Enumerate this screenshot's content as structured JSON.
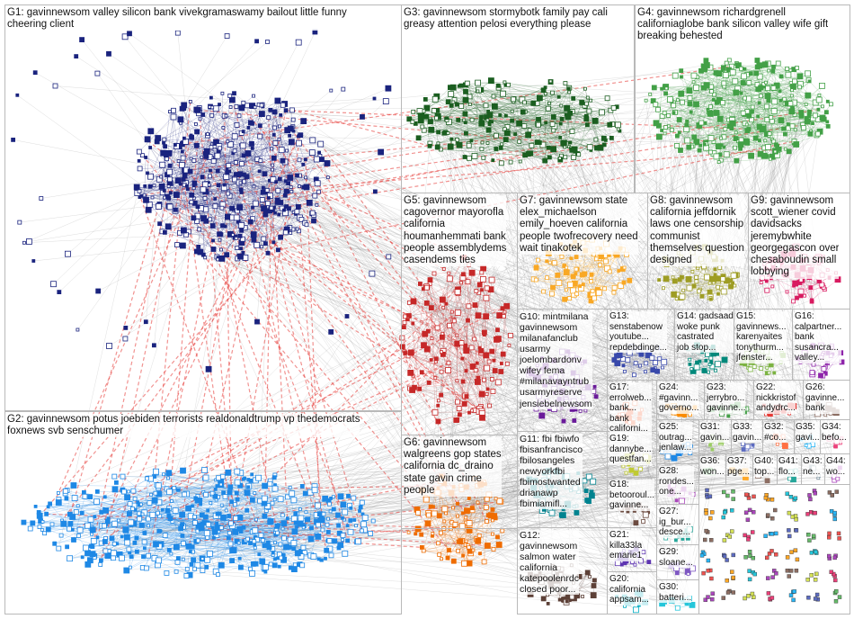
{
  "groups": [
    {
      "id": "G1",
      "text": "G1: gavinnewsom valley silicon bank vivekgramaswamy bailout little funny\ncheering client",
      "color": "#1a237e"
    },
    {
      "id": "G2",
      "text": "G2: gavinnewsom potus joebiden terrorists realdonaldtrump vp thedemocrats\nfoxnews svb senschumer",
      "color": "#1e88e5"
    },
    {
      "id": "G3",
      "text": "G3: gavinnewsom stormybotk family pay cali\ngreasy attention pelosi everything please",
      "color": "#1b5e20"
    },
    {
      "id": "G4",
      "text": "G4: gavinnewsom richardgrenell\ncaliforniaglobe bank silicon valley wife gift\nbreaking behested",
      "color": "#43a047"
    },
    {
      "id": "G5",
      "text": "G5: gavinnewsom\ncagovernor mayorofla\ncalifornia\nhoumanhemmati bank\npeople assemblydems\ncasendems ties",
      "color": "#c62828"
    },
    {
      "id": "G6",
      "text": "G6: gavinnewsom\nwalgreens gop states\ncalifornia dc_draino\nstate gavin crime\npeople",
      "color": "#ef6c00"
    },
    {
      "id": "G7",
      "text": "G7: gavinnewsom state\nelex_michaelson\nemily_hoeven california\npeople twofrecovery need\nwait tinakotek",
      "color": "#f9a825"
    },
    {
      "id": "G8",
      "text": "G8: gavinnewsom\ncalifornia jeffdornik\nlaws one censorship\ncommunist\nthemselves question\ndesigned",
      "color": "#9e9d24"
    },
    {
      "id": "G9",
      "text": "G9: gavinnewsom\nscott_wiener covid\ndavidsacks\njeremybwhite\ngeorgegascon over\nchesaboudin small\nlobbying",
      "color": "#d81b60"
    },
    {
      "id": "G10",
      "text": "G10: mintmilana\ngavinnewsom\nmilanafanclub\nusarmy\njoelombardonv\nwifey fema\n#milanavayntrub\nusarmyreserve\njensiebelnewsom",
      "color": "#6a1b9a"
    },
    {
      "id": "G11",
      "text": "G11: fbi fbiwfo\nfbisanfrancisco\nfbilosangeles\nnewyorkfbi\nfbimostwanted\ndrianawp\nfbimiamifl...",
      "color": "#00838f"
    },
    {
      "id": "G12",
      "text": "G12:\ngavinnewsom\nsalmon water\ncalifornia\nkatepoolenrdc\nclosed poor...",
      "color": "#5d4037"
    },
    {
      "id": "G13",
      "text": "G13:\nsenstabenow\nyoutube...\nrepdebdinge...",
      "color": "#3949ab"
    },
    {
      "id": "G14",
      "text": "G14: gadsaad\nwoke punk\ncastrated\njob stop...",
      "color": "#00897b"
    },
    {
      "id": "G15",
      "text": "G15:\ngavinnews...\nkarenyaites\ntonythurm...\njfenster...",
      "color": "#7cb342"
    },
    {
      "id": "G16",
      "text": "G16:\ncalpartner...\nbank\nsusancra...\nvalley...",
      "color": "#8e24aa"
    },
    {
      "id": "G17",
      "text": "G17:\nerrolweb...\nbank...\nbank\ncaliforni...",
      "color": "#f4511e"
    },
    {
      "id": "G18",
      "text": "G18:\nbetooroul...\ngavinne...",
      "color": "#6d4c41"
    },
    {
      "id": "G19",
      "text": "G19:\ndannybe...\nquestfan...",
      "color": "#c0ca33"
    },
    {
      "id": "G20",
      "text": "G20:\ncalifornia\nappsam...",
      "color": "#00acc1"
    },
    {
      "id": "G21",
      "text": "G21:\nkilla33la\nemarie1",
      "color": "#5e35b1"
    },
    {
      "id": "G22",
      "text": "G22:\nnickkristof\nandydrc...",
      "color": "#e53935"
    },
    {
      "id": "G23",
      "text": "G23:\njerrybro...\ngavinne...",
      "color": "#43a047"
    },
    {
      "id": "G24",
      "text": "G24:\n#gavinn...\ngoverno...",
      "color": "#fb8c00"
    },
    {
      "id": "G25",
      "text": "G25:\noutrag...\njenlaw...",
      "color": "#1e88e5"
    },
    {
      "id": "G26",
      "text": "G26:\ngavinne...\nbank",
      "color": "#8d6e63"
    },
    {
      "id": "G27",
      "text": "G27:\nig_bur...\ndesce...",
      "color": "#26a69a"
    },
    {
      "id": "G28",
      "text": "G28:\nrondes...\none...",
      "color": "#ab47bc"
    },
    {
      "id": "G29",
      "text": "G29:\nsloane...",
      "color": "#7e57c2"
    },
    {
      "id": "G30",
      "text": "G30:\nbatteri...",
      "color": "#26c6da"
    },
    {
      "id": "G31",
      "text": "G31:\ngavin...",
      "color": "#9ccc65"
    },
    {
      "id": "G32",
      "text": "G32:\n#co...",
      "color": "#ff7043"
    },
    {
      "id": "G33",
      "text": "G33:\ngavin...",
      "color": "#5c6bc0"
    },
    {
      "id": "G34",
      "text": "G34:\nbefo...",
      "color": "#ec407a"
    },
    {
      "id": "G35",
      "text": "G35:\ngavi...",
      "color": "#29b6f6"
    },
    {
      "id": "G36",
      "text": "G36:\nwon...",
      "color": "#66bb6a"
    },
    {
      "id": "G37",
      "text": "G37:\npge...",
      "color": "#ffa726"
    },
    {
      "id": "G40",
      "text": "G40:\ntop...",
      "color": "#8d6e63"
    },
    {
      "id": "G41",
      "text": "G41:\nflo...",
      "color": "#26a69a"
    },
    {
      "id": "G43",
      "text": "G43:\nne...",
      "color": "#78909c"
    },
    {
      "id": "G44",
      "text": "G44:\nwo...",
      "color": "#ab47bc"
    }
  ],
  "colors": {
    "edge_gray": "#8c8c8c",
    "edge_red": "#e53935",
    "cell_border": "#b9b9b9",
    "node_fill": "#ffffff"
  }
}
